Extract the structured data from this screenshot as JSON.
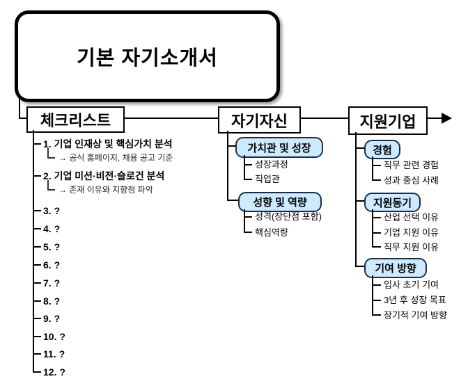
{
  "root": {
    "title": "기본 자기소개서"
  },
  "checklist": {
    "header": "체크리스트",
    "items": [
      {
        "label": "1. 기업 인재상 및 핵심가치 분석",
        "note": "→ 공식 홈페이지, 채용 공고 기준"
      },
      {
        "label": "2. 기업 미션·비전·슬로건 분석",
        "note": "→ 존재 이유와 지향점 파악"
      },
      {
        "label": "3. ?"
      },
      {
        "label": "4. ?"
      },
      {
        "label": "5. ?"
      },
      {
        "label": "6. ?"
      },
      {
        "label": "7. ?"
      },
      {
        "label": "8. ?"
      },
      {
        "label": "9. ?"
      },
      {
        "label": "10. ?"
      },
      {
        "label": "11. ?"
      },
      {
        "label": "12. ?"
      }
    ]
  },
  "self_section": {
    "header": "자기자신",
    "groups": [
      {
        "title": "가치관 및 성장",
        "children": [
          "성장과정",
          "직업관"
        ]
      },
      {
        "title": "성향 및 역량",
        "children": [
          "성격(장단점 포함)",
          "핵심역량"
        ]
      }
    ]
  },
  "company_section": {
    "header": "지원기업",
    "groups": [
      {
        "title": "경험",
        "children": [
          "직무 관련 경험",
          "성과 중심 사례"
        ]
      },
      {
        "title": "지원동기",
        "children": [
          "산업 선택 이유",
          "기업 지원 이유",
          "직무 지원 이유"
        ]
      },
      {
        "title": "기여 방향",
        "children": [
          "입사 초기 기여",
          "3년 후 성장 목표",
          "장기적 기여 방향"
        ]
      }
    ]
  },
  "colors": {
    "line": "#000000",
    "node_fill": "#cdeaff",
    "node_border": "#1c2b4a",
    "box_bg": "#ffffff",
    "text": "#000000"
  }
}
